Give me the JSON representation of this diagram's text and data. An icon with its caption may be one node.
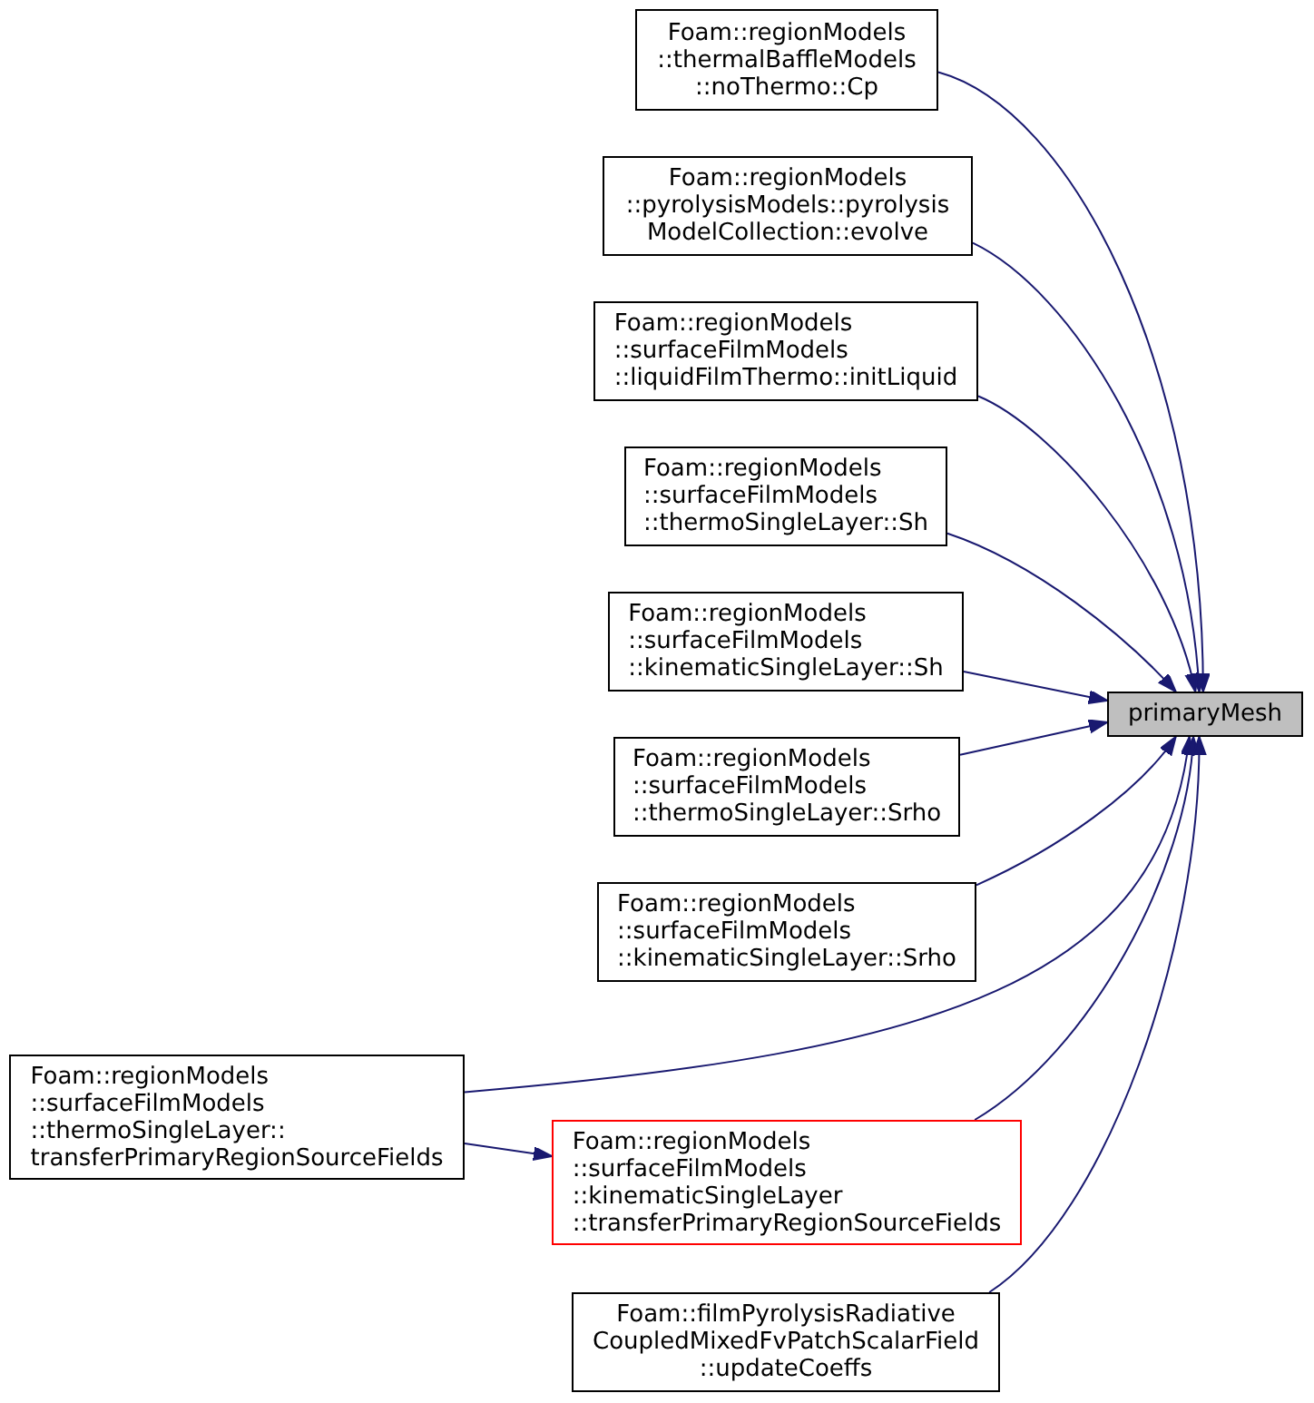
{
  "diagram": {
    "nodes": [
      {
        "text": [
          "Foam::regionModels ::thermalBaffleModels ::noThermo::Cp"
        ]
      },
      {
        "text": [
          "Foam::regionModels ::pyrolysisModels::pyrolysis ModelCollection::evolve"
        ]
      },
      {
        "text": [
          "Foam::regionModels ::surfaceFilmModels ::liquidFilmThermo::initLiquid"
        ]
      },
      {
        "text": [
          "Foam::regionModels ::surfaceFilmModels ::thermoSingleLayer::Sh"
        ]
      },
      {
        "text": [
          "Foam::regionModels ::surfaceFilmModels ::kinematicSingleLayer::Sh"
        ]
      },
      {
        "text": [
          "primaryMesh"
        ]
      },
      {
        "text": [
          "Foam::regionModels ::surfaceFilmModels ::thermoSingleLayer::Srho"
        ]
      },
      {
        "text": [
          "Foam::regionModels ::surfaceFilmModels ::kinematicSingleLayer::Srho"
        ]
      },
      {
        "text": [
          "Foam::regionModels ::surfaceFilmModels ::thermoSingleLayer:: transferPrimaryRegionSourceFields"
        ]
      },
      {
        "text": [
          "Foam::regionModels ::surfaceFilmModels ::kinematicSingleLayer ::transferPrimaryRegionSourceFields"
        ]
      },
      {
        "text": [
          "Foam::filmPyrolysisRadiative CoupledMixedFvPatchScalarField ::updateCoeffs"
        ]
      }
    ],
    "edges": [
      {
        "from": 0,
        "to": 5,
        "arrow": "to"
      },
      {
        "from": 1,
        "to": 5,
        "arrow": "to"
      },
      {
        "from": 2,
        "to": 5,
        "arrow": "to"
      },
      {
        "from": 3,
        "to": 5,
        "arrow": "to"
      },
      {
        "from": 4,
        "to": 5,
        "arrow": "to"
      },
      {
        "from": 6,
        "to": 5,
        "arrow": "to"
      },
      {
        "from": 7,
        "to": 5,
        "arrow": "to"
      },
      {
        "from": 8,
        "to": 5,
        "arrow": "to"
      },
      {
        "from": 8,
        "to": 9,
        "arrow": "to"
      },
      {
        "from": 9,
        "to": 5,
        "arrow": "to"
      },
      {
        "from": 10,
        "to": 5,
        "arrow": "to"
      }
    ]
  }
}
